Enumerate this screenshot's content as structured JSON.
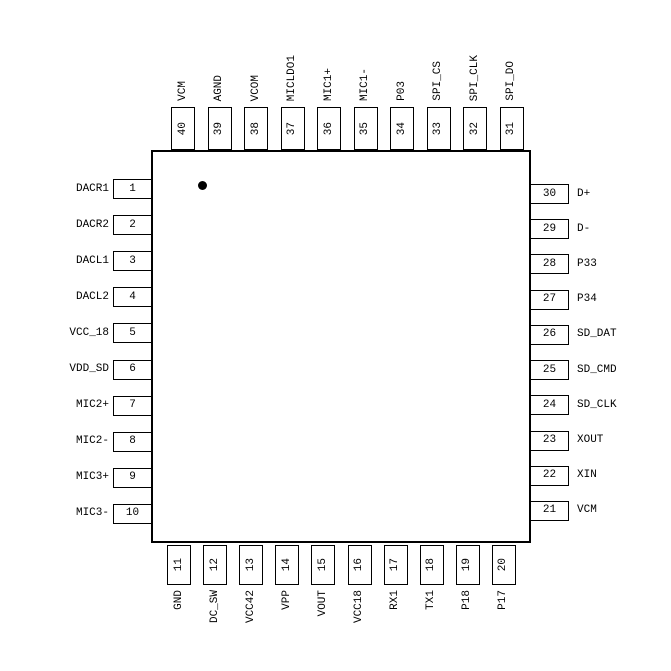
{
  "colors": {
    "background": "#ffffff",
    "line": "#000000",
    "text": "#000000"
  },
  "chip": {
    "pin1_marker": "filled-dot",
    "sides": {
      "top": {
        "pins": [
          {
            "num": "40",
            "label": "VCM"
          },
          {
            "num": "39",
            "label": "AGND"
          },
          {
            "num": "38",
            "label": "VCOM"
          },
          {
            "num": "37",
            "label": "MICLDO1"
          },
          {
            "num": "36",
            "label": "MIC1+"
          },
          {
            "num": "35",
            "label": "MIC1-"
          },
          {
            "num": "34",
            "label": "P03"
          },
          {
            "num": "33",
            "label": "SPI_CS"
          },
          {
            "num": "32",
            "label": "SPI_CLK"
          },
          {
            "num": "31",
            "label": "SPI_DO"
          }
        ]
      },
      "left": {
        "pins": [
          {
            "num": "1",
            "label": "DACR1"
          },
          {
            "num": "2",
            "label": "DACR2"
          },
          {
            "num": "3",
            "label": "DACL1"
          },
          {
            "num": "4",
            "label": "DACL2"
          },
          {
            "num": "5",
            "label": "VCC_18"
          },
          {
            "num": "6",
            "label": "VDD_SD"
          },
          {
            "num": "7",
            "label": "MIC2+"
          },
          {
            "num": "8",
            "label": "MIC2-"
          },
          {
            "num": "9",
            "label": "MIC3+"
          },
          {
            "num": "10",
            "label": "MIC3-"
          }
        ]
      },
      "right": {
        "pins": [
          {
            "num": "30",
            "label": "D+"
          },
          {
            "num": "29",
            "label": "D-"
          },
          {
            "num": "28",
            "label": "P33"
          },
          {
            "num": "27",
            "label": "P34"
          },
          {
            "num": "26",
            "label": "SD_DAT"
          },
          {
            "num": "25",
            "label": "SD_CMD"
          },
          {
            "num": "24",
            "label": "SD_CLK"
          },
          {
            "num": "23",
            "label": "XOUT"
          },
          {
            "num": "22",
            "label": "XIN"
          },
          {
            "num": "21",
            "label": "VCM"
          }
        ]
      },
      "bottom": {
        "pins": [
          {
            "num": "11",
            "label": "GND"
          },
          {
            "num": "12",
            "label": "DC_SW"
          },
          {
            "num": "13",
            "label": "VCC42"
          },
          {
            "num": "14",
            "label": "VPP"
          },
          {
            "num": "15",
            "label": "VOUT"
          },
          {
            "num": "16",
            "label": "VCC18"
          },
          {
            "num": "17",
            "label": "RX1"
          },
          {
            "num": "18",
            "label": "TX1"
          },
          {
            "num": "19",
            "label": "P18"
          },
          {
            "num": "20",
            "label": "P17"
          }
        ]
      }
    }
  }
}
